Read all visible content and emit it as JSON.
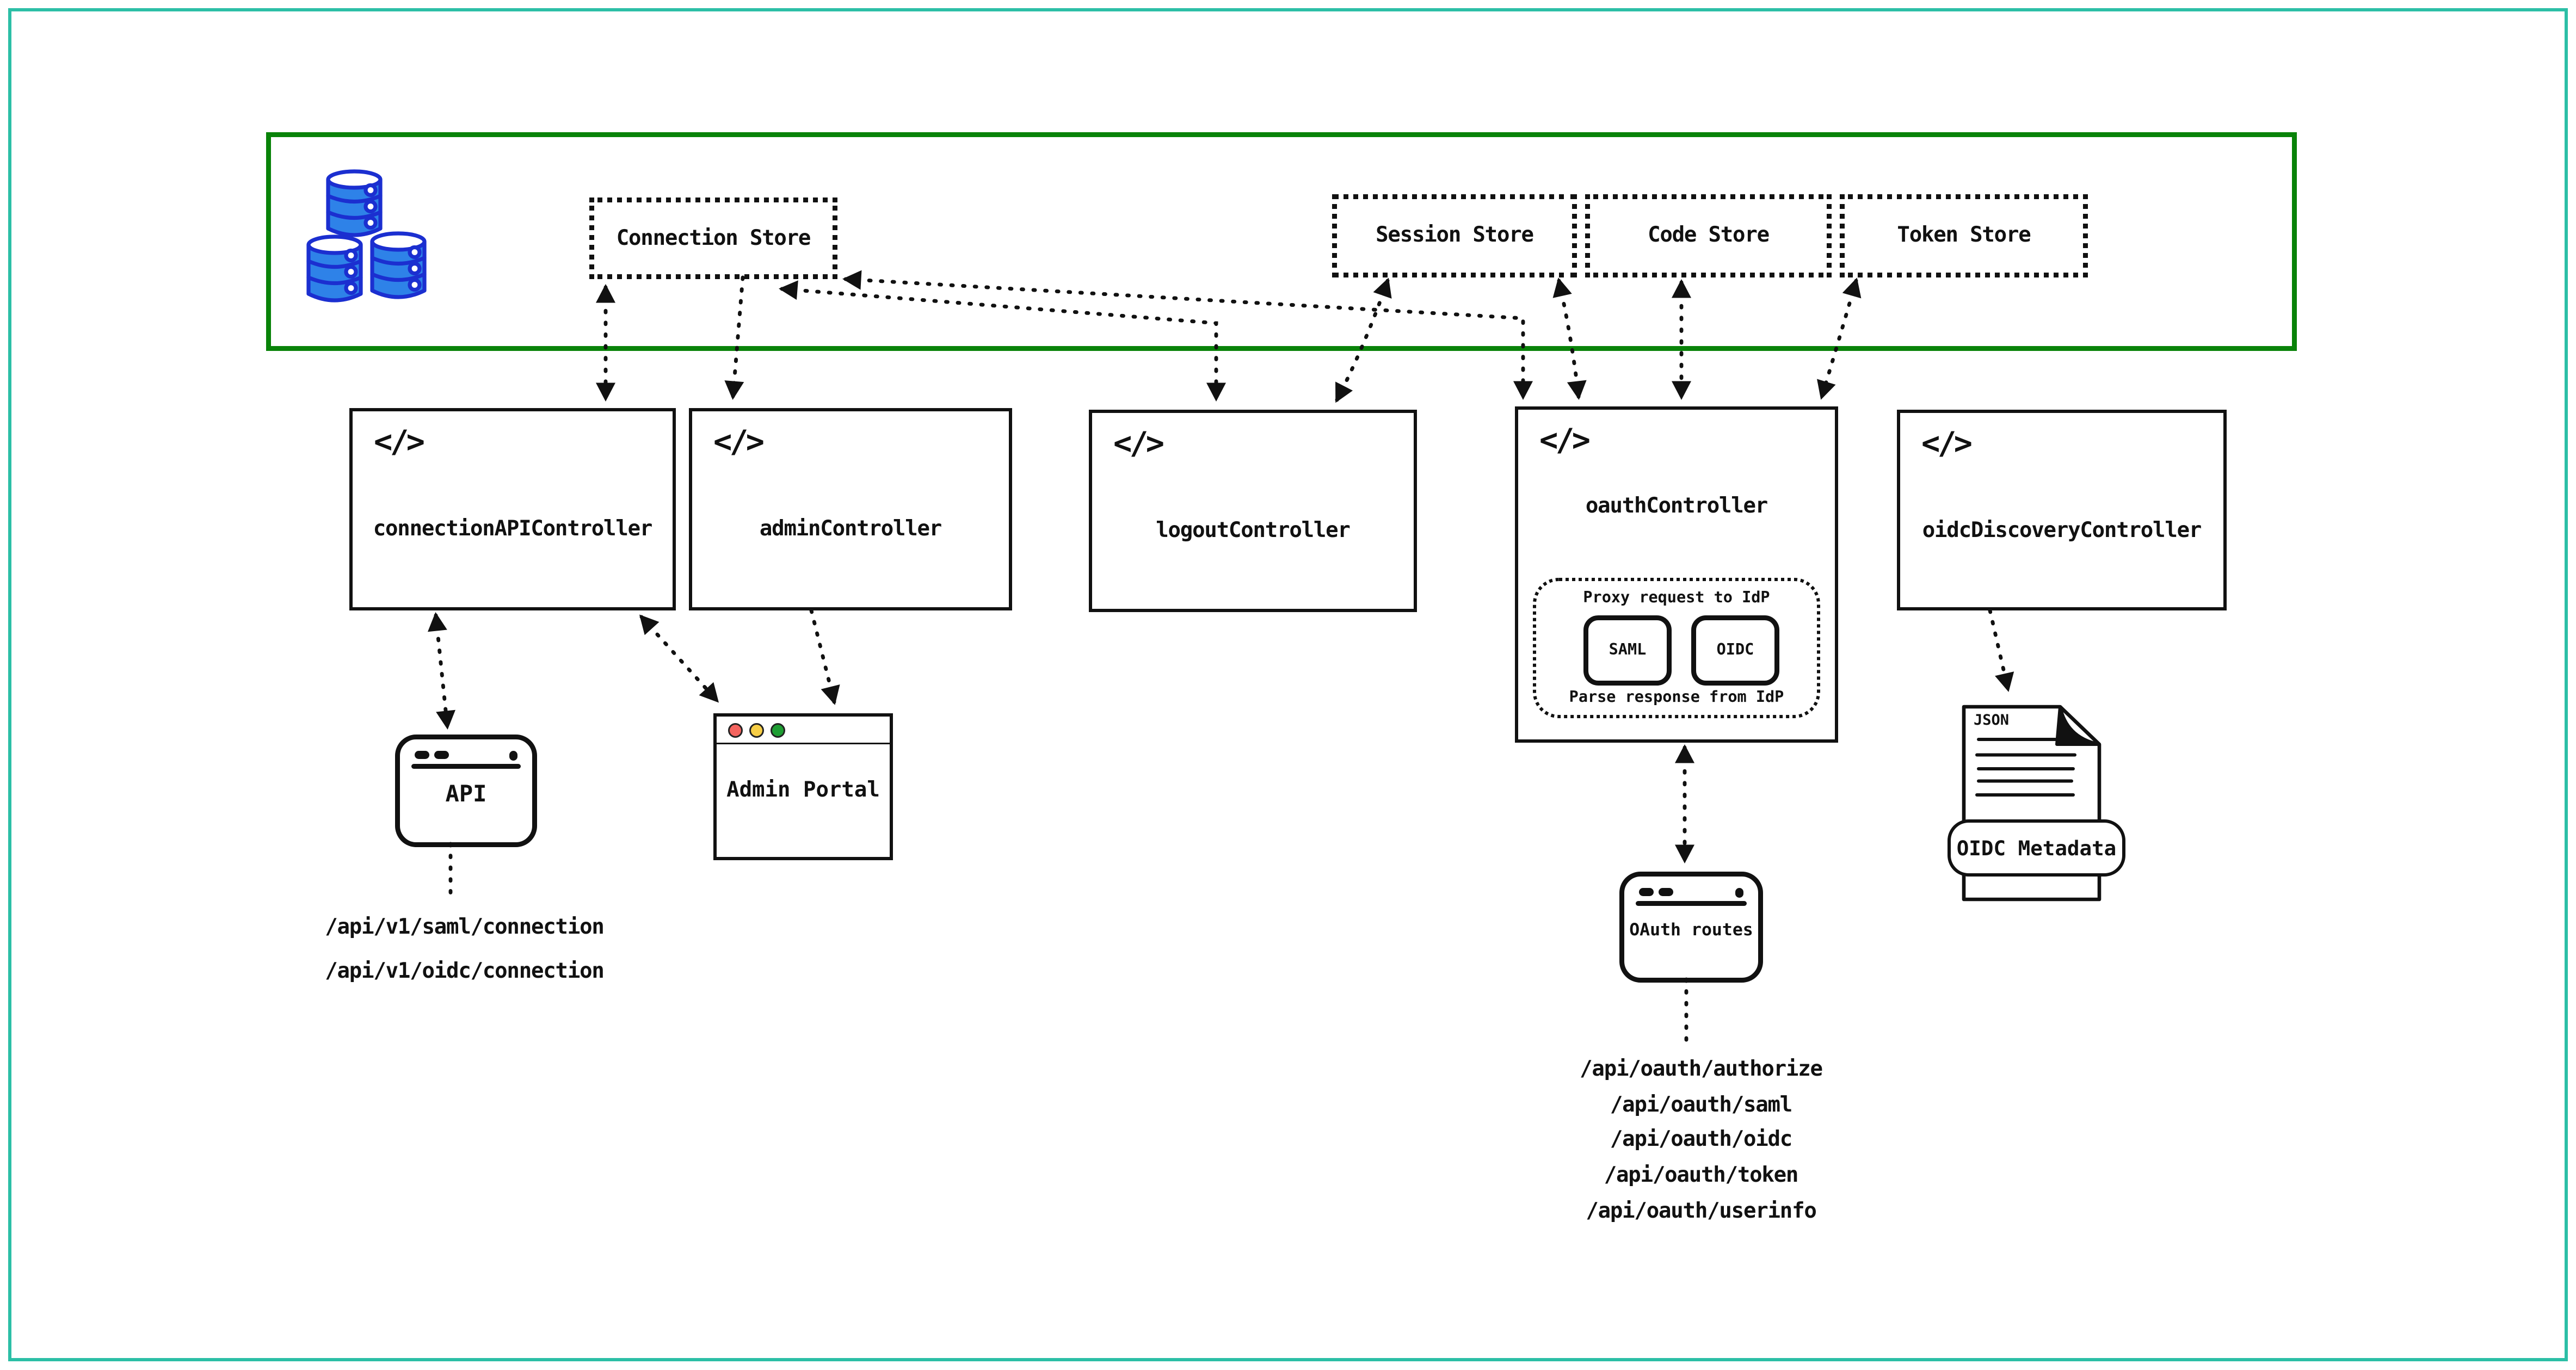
{
  "icons": {
    "code_glyph": "</>"
  },
  "frame": {
    "border_color": "#2cbfa6"
  },
  "data_layer": {
    "border_color": "#098309",
    "stores": [
      {
        "label": "Connection Store"
      },
      {
        "label": "Session Store"
      },
      {
        "label": "Code Store"
      },
      {
        "label": "Token Store"
      }
    ]
  },
  "controllers": [
    {
      "label": "connectionAPIController"
    },
    {
      "label": "adminController"
    },
    {
      "label": "logoutController"
    },
    {
      "label": "oauthController"
    },
    {
      "label": "oidcDiscoveryController"
    }
  ],
  "oauth_internal": {
    "proxy_label": "Proxy request to IdP",
    "parse_label": "Parse response from IdP",
    "protocols": [
      {
        "label": "SAML"
      },
      {
        "label": "OIDC"
      }
    ]
  },
  "clients": {
    "api": {
      "label": "API"
    },
    "admin_portal": {
      "label": "Admin Portal",
      "traffic_lights": [
        "#f4645f",
        "#f7ce46",
        "#1e9e33"
      ]
    },
    "oauth_routes": {
      "label": "OAuth routes"
    },
    "oidc_metadata": {
      "label": "OIDC Metadata",
      "file_type": "JSON"
    }
  },
  "endpoints": {
    "connection_api": [
      "/api/v1/saml/connection",
      "/api/v1/oidc/connection"
    ],
    "oauth": [
      "/api/oauth/authorize",
      "/api/oauth/saml",
      "/api/oauth/oidc",
      "/api/oauth/token",
      "/api/oauth/userinfo"
    ]
  },
  "colors": {
    "database_fill": "#2e82e8",
    "database_stroke": "#1b2fd0",
    "stroke": "#111111"
  }
}
